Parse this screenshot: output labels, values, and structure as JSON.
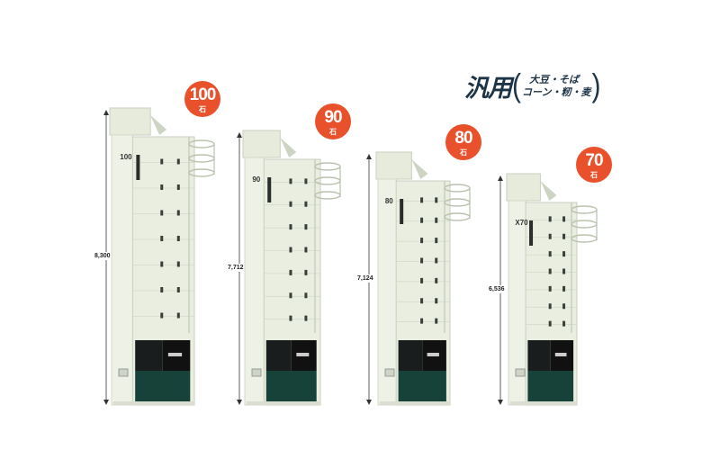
{
  "heading": {
    "title": "汎用",
    "sub_line1": "大豆・そば",
    "sub_line2": "コーン・籾・麦"
  },
  "colors": {
    "badge": "#e8512b",
    "body": "#e9eee0",
    "panel": "#1a1d1e",
    "base": "#17423a",
    "heading": "#1d3346"
  },
  "dryers": [
    {
      "model_label": "100",
      "capacity": "100",
      "unit": "石",
      "height_mm": "8,300"
    },
    {
      "model_label": "90",
      "capacity": "90",
      "unit": "石",
      "height_mm": "7,712"
    },
    {
      "model_label": "80",
      "capacity": "80",
      "unit": "石",
      "height_mm": "7,124"
    },
    {
      "model_label": "X70",
      "capacity": "70",
      "unit": "石",
      "height_mm": "6,536"
    }
  ]
}
